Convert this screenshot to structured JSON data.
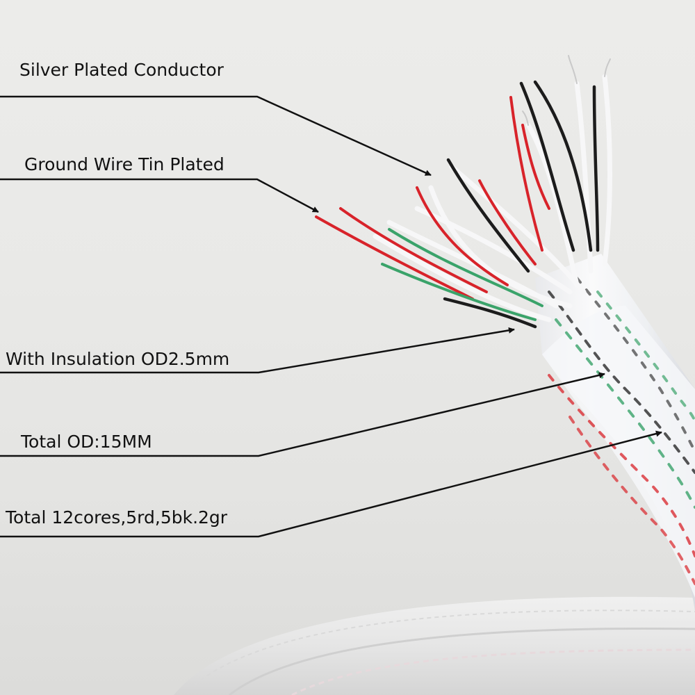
{
  "callouts": [
    {
      "id": "silver",
      "text": "Silver Plated Conductor"
    },
    {
      "id": "ground",
      "text": "Ground Wire Tin Plated"
    },
    {
      "id": "insulation",
      "text": "With Insulation OD2.5mm"
    },
    {
      "id": "total_od",
      "text": "Total OD:15MM"
    },
    {
      "id": "cores",
      "text": "Total 12cores,5rd,5bk.2gr"
    }
  ],
  "colors": {
    "red_wire": "#d8232a",
    "black_wire": "#1c1c1c",
    "green_wire": "#3aa36a",
    "jacket": "#f4f5f7",
    "line": "#111111"
  },
  "icons": [
    "arrow-head-icon"
  ]
}
